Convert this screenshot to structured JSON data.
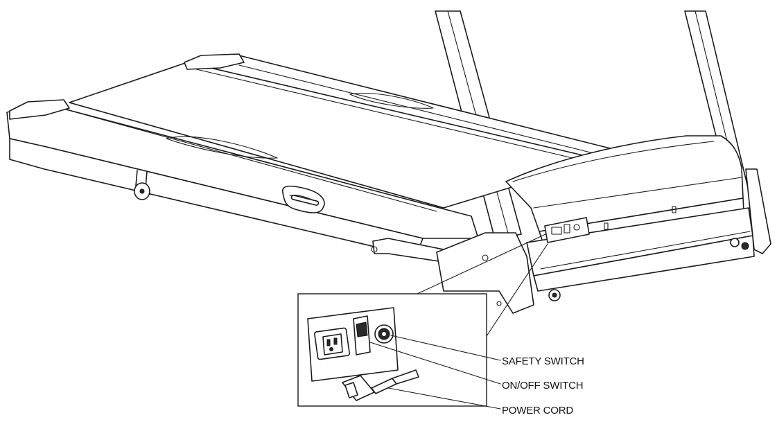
{
  "callouts": {
    "safety_switch": "SAFETY SWITCH",
    "on_off_switch": "ON/OFF SWITCH",
    "power_cord": "POWER CORD"
  },
  "colors": {
    "line": "#1a1a1a",
    "background": "#ffffff"
  }
}
